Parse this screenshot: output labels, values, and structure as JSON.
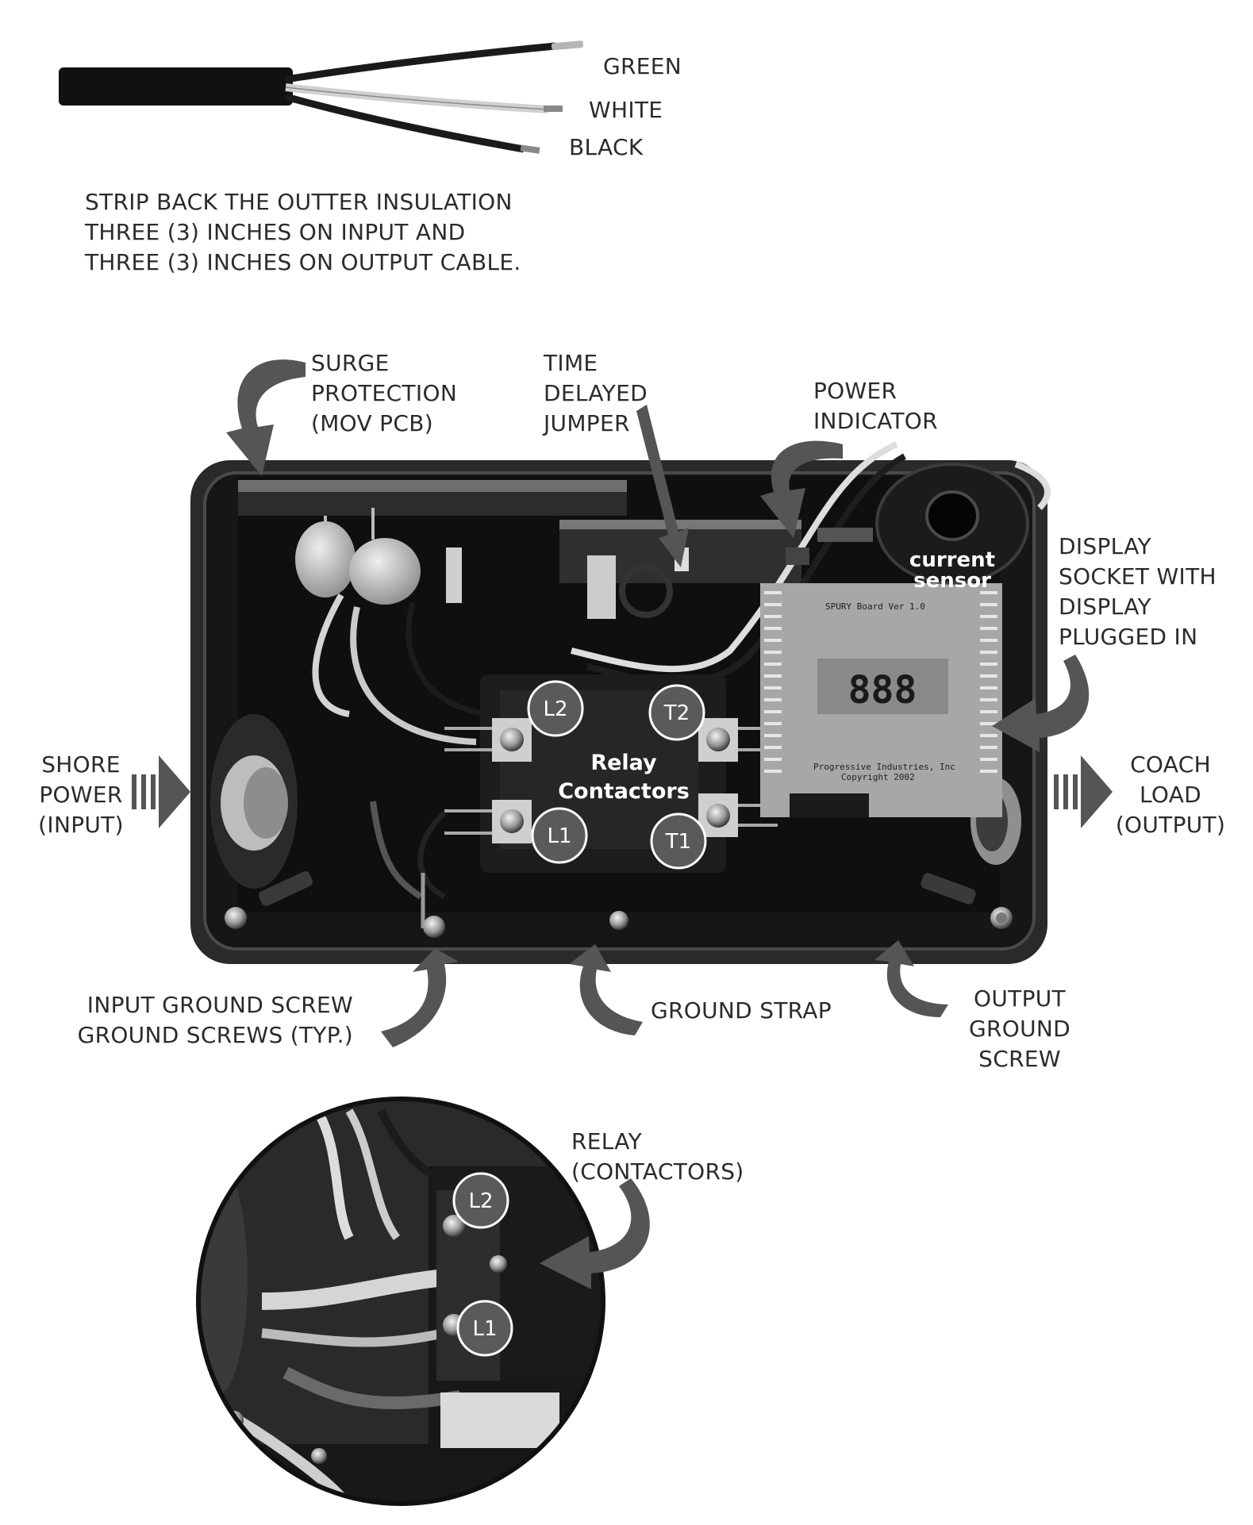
{
  "wires": {
    "green": "GREEN",
    "white": "WHITE",
    "black": "BLACK"
  },
  "instructions": [
    "STRIP BACK THE OUTTER INSULATION",
    "THREE (3) INCHES ON INPUT AND",
    "THREE (3) INCHES ON OUTPUT CABLE."
  ],
  "callouts": {
    "surge_protection": [
      "SURGE",
      "PROTECTION",
      "(MOV PCB)"
    ],
    "time_delayed_jumper": [
      "TIME",
      "DELAYED",
      "JUMPER"
    ],
    "power_indicator": [
      "POWER",
      "INDICATOR"
    ],
    "display_socket": [
      "DISPLAY",
      "SOCKET WITH",
      "DISPLAY",
      "PLUGGED IN"
    ],
    "shore_power": [
      "SHORE",
      "POWER",
      "(INPUT)"
    ],
    "coach_load": [
      "COACH",
      "LOAD",
      "(OUTPUT)"
    ],
    "input_ground": [
      "INPUT GROUND SCREW",
      "GROUND SCREWS (TYP.)"
    ],
    "ground_strap": "GROUND STRAP",
    "output_ground": [
      "OUTPUT",
      "GROUND",
      "SCREW"
    ],
    "relay_contactors": [
      "RELAY",
      "(CONTACTORS)"
    ]
  },
  "photo_labels": {
    "current_sensor": [
      "current",
      "sensor"
    ],
    "relay": [
      "Relay",
      "Contactors"
    ],
    "terminals": {
      "l2": "L2",
      "t2": "T2",
      "l1": "L1",
      "t1": "T1"
    },
    "display_digits": "888",
    "board_name": "SPURY Board Ver 1.0",
    "copyright": [
      "Progressive Industries, Inc",
      "Copyright 2002"
    ]
  },
  "detail_terminals": {
    "l2": "L2",
    "l1": "L1"
  }
}
